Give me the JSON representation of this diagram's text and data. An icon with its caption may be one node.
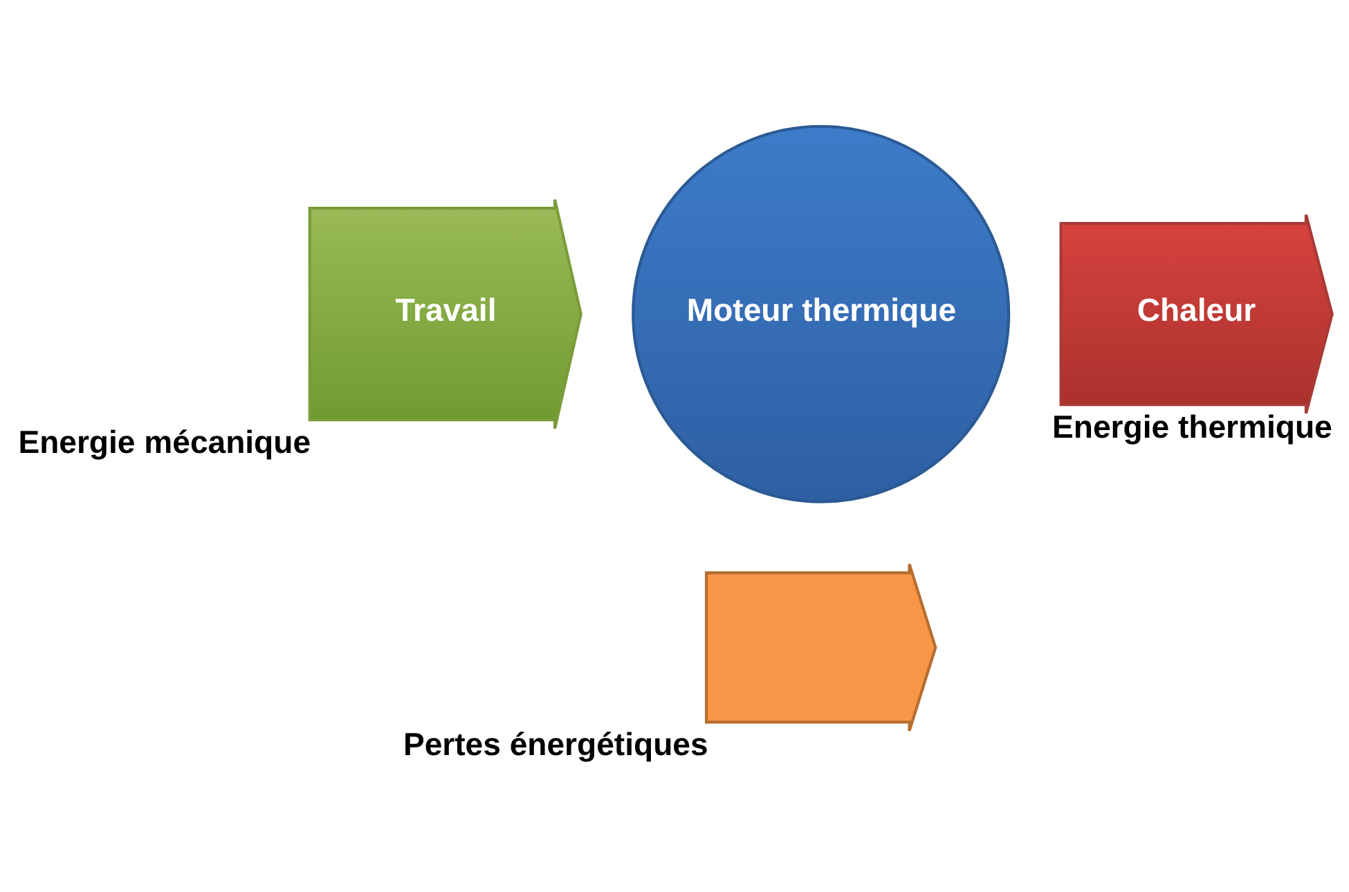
{
  "diagram": {
    "nodes": [
      {
        "text": [
          "Travail"
        ],
        "beside": [
          "Energie mécanique"
        ]
      },
      {
        "text": [
          "Moteur thermique"
        ]
      },
      {
        "text": [
          "Chaleur"
        ],
        "beside": [
          "Energie thermique"
        ]
      },
      {
        "text": [],
        "shape": "arrow",
        "beside": [
          "Pertes énergétiques"
        ]
      }
    ]
  }
}
